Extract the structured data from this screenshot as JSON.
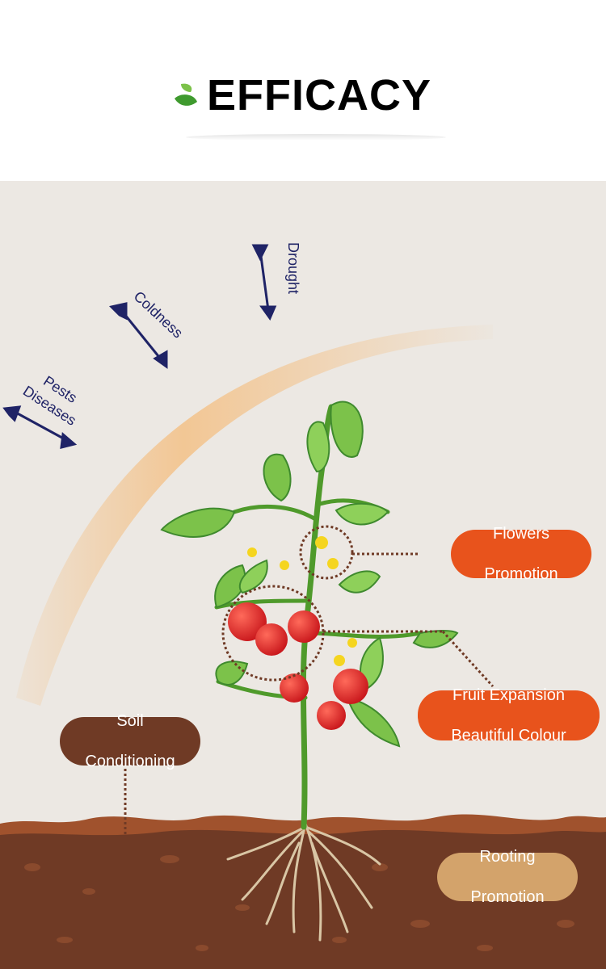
{
  "header": {
    "title": "EFFICACY"
  },
  "stresses": {
    "drought": "Drought",
    "coldness": "Coldness",
    "pests": "Pests",
    "diseases": "Diseases"
  },
  "labels": {
    "flowers_l1": "Flowers",
    "flowers_l2": "Promotion",
    "fruit_l1": "Fruit Expansion",
    "fruit_l2": "Beautiful Colour",
    "soil_l1": "Soil",
    "soil_l2": "Conditioning",
    "root_l1": "Rooting",
    "root_l2": "Promotion"
  },
  "colors": {
    "accent_orange": "#e8531c",
    "soil_brown": "#6f3a25",
    "root_tan": "#d3a36b",
    "arrow_navy": "#1f2366",
    "leaf_green": "#3f9a2e"
  }
}
